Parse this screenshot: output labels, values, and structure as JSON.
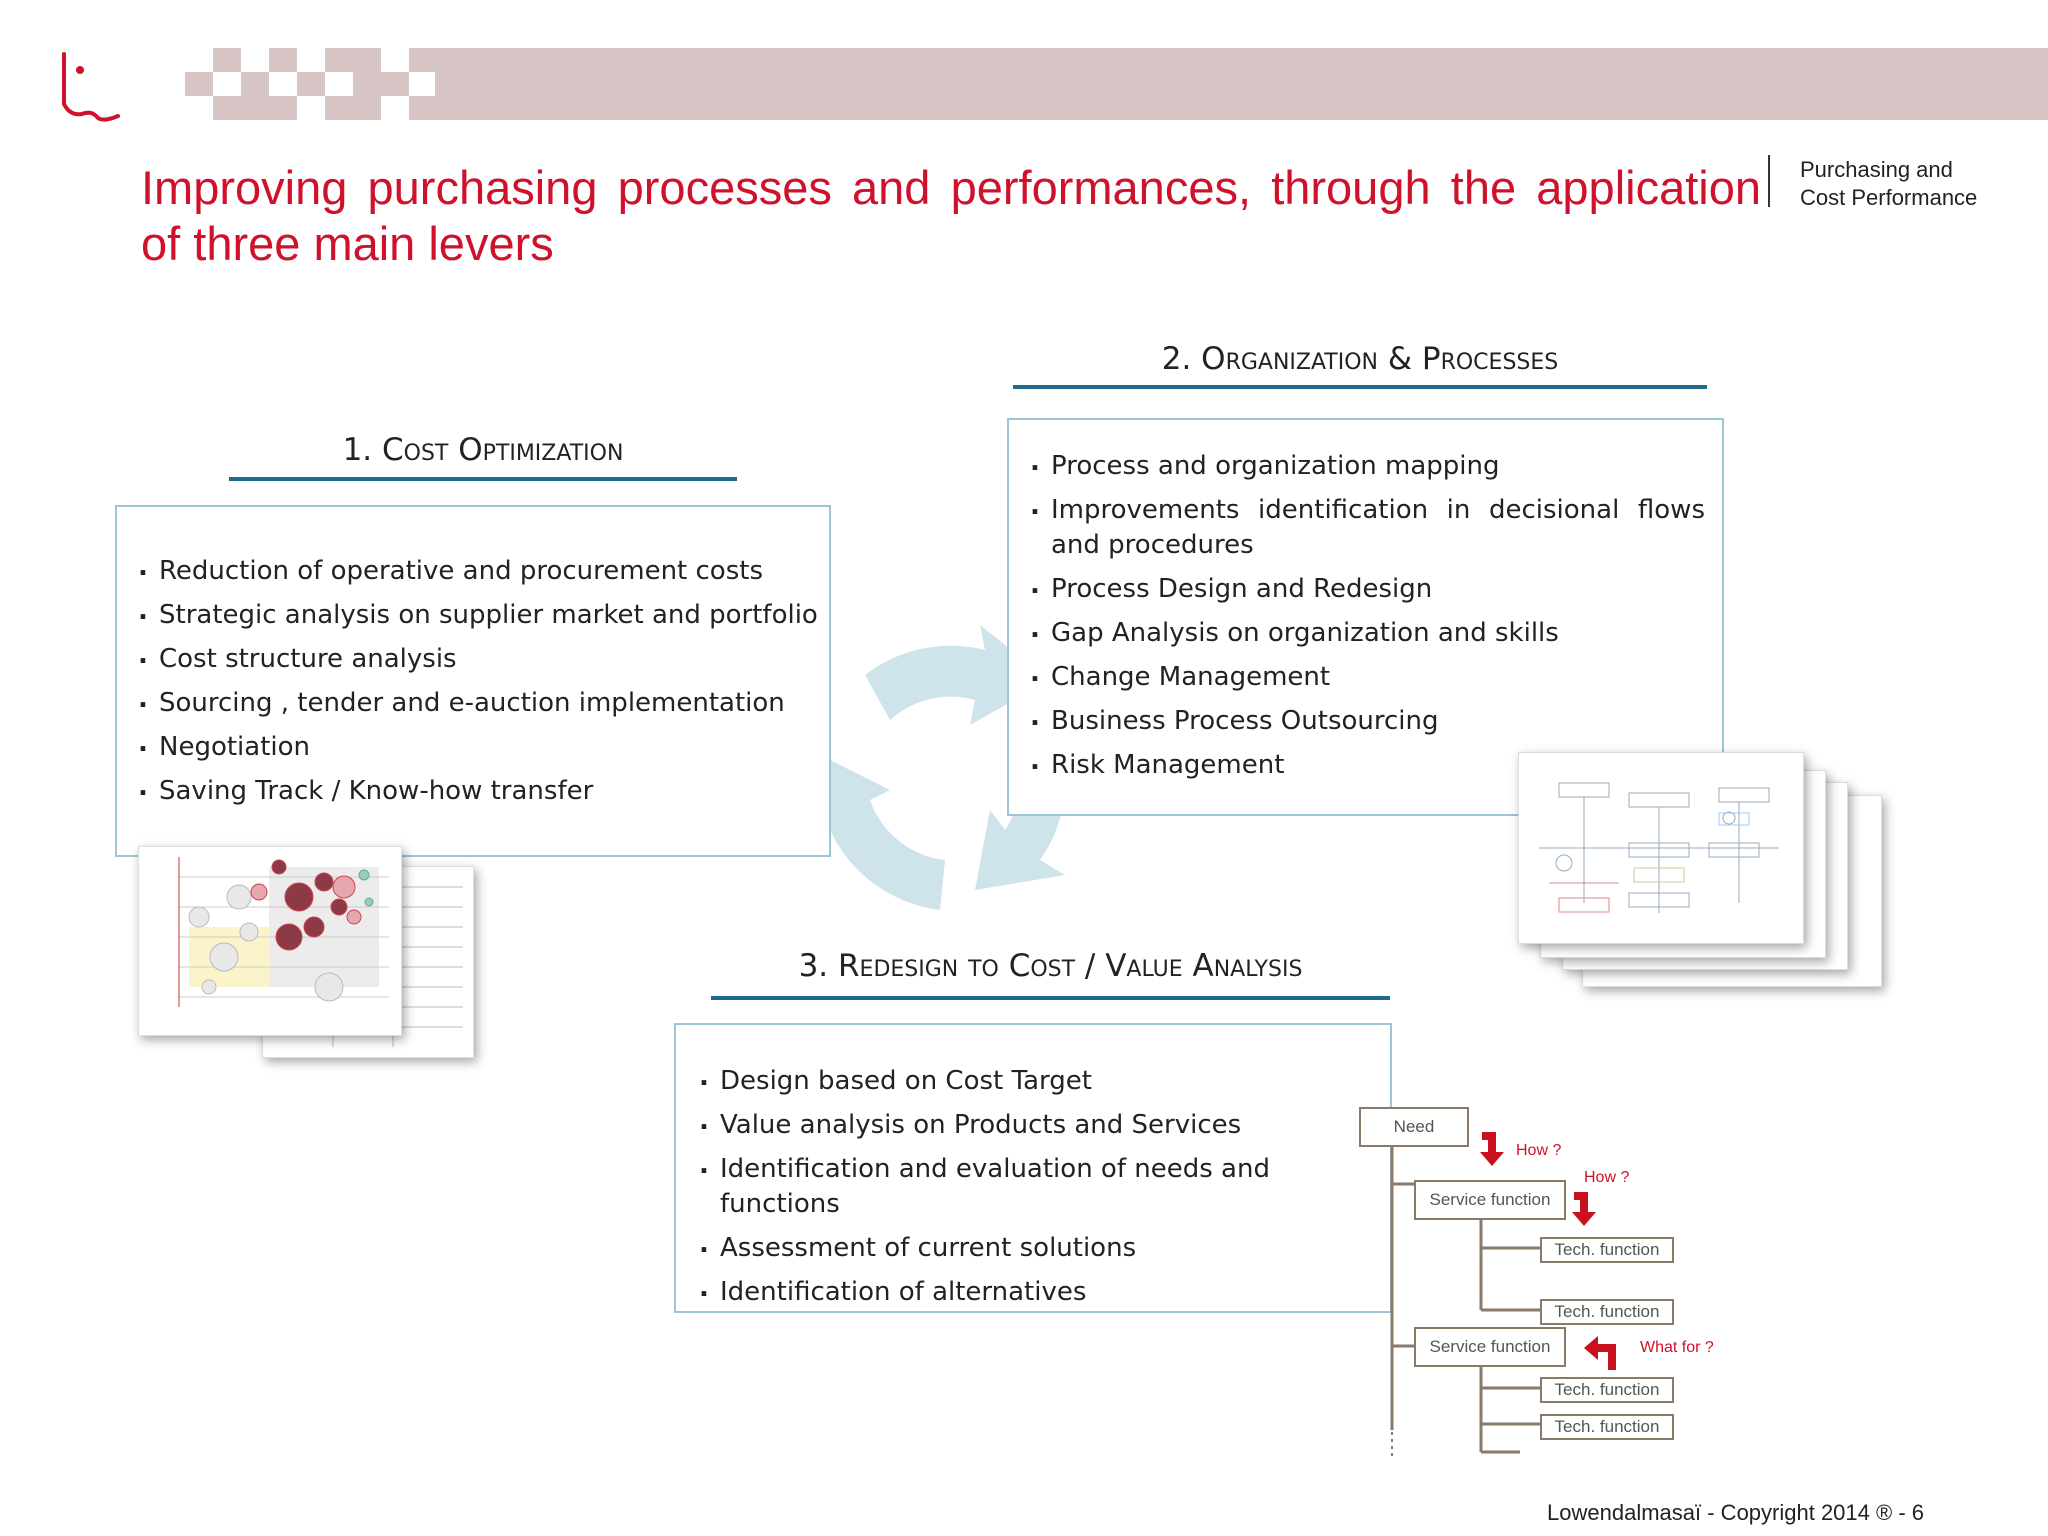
{
  "header": {
    "title": "Improving purchasing processes and performances, through the application of three main levers",
    "tag_line1": "Purchasing and",
    "tag_line2": "Cost Performance"
  },
  "levers": {
    "cost": {
      "heading": "1. Cost Optimization",
      "items": [
        "Reduction of operative and procurement costs",
        "Strategic analysis on supplier market and portfolio",
        "Cost structure analysis",
        "Sourcing , tender and e-auction implementation",
        "Negotiation",
        "Saving Track / Know-how transfer"
      ]
    },
    "org": {
      "heading": "2. Organization & Processes",
      "items": [
        "Process and organization mapping",
        "Improvements identification in decisional flows and procedures",
        "Process Design and Redesign",
        "Gap Analysis on organization and skills",
        "Change Management",
        "Business Process Outsourcing",
        "Risk Management"
      ]
    },
    "redesign": {
      "heading": "3. Redesign to Cost / Value Analysis",
      "items": [
        "Design based on Cost Target",
        "Value analysis on Products and Services",
        "Identification and evaluation of needs and functions",
        "Assessment of current solutions",
        "Identification of alternatives"
      ]
    }
  },
  "tree": {
    "need": "Need",
    "service1": "Service function",
    "service2": "Service function",
    "tech1": "Tech. function",
    "tech2": "Tech. function",
    "tech3": "Tech. function",
    "tech4": "Tech. function",
    "how1": "How ?",
    "how2": "How ?",
    "whatfor": "What for ?"
  },
  "footer": "Lowendalmasaï - Copyright 2014 ® - 6",
  "colors": {
    "accent": "#d0112b",
    "rule": "#1e6a8c",
    "box_border": "#9cc6d6",
    "cycle": "#cfe3ea"
  }
}
